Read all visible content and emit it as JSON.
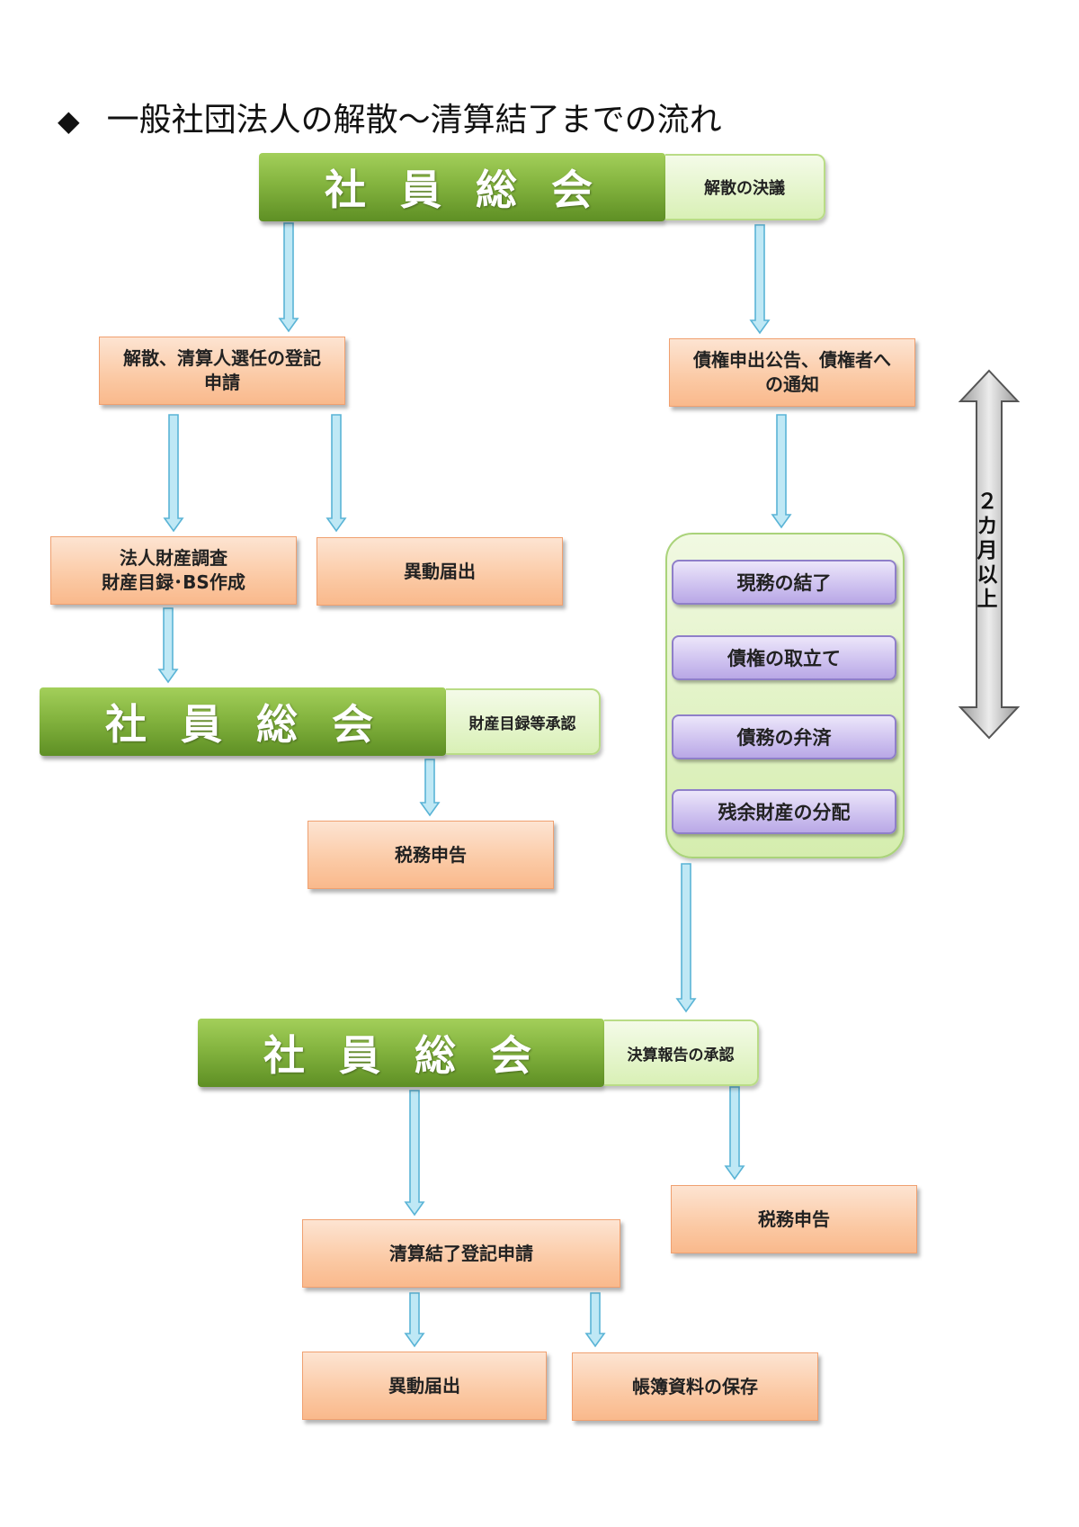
{
  "title": {
    "bullet": "◆",
    "text": "一般社団法人の解散～清算結了までの流れ"
  },
  "meetings": [
    {
      "label": "社員総会",
      "tag": "解散の決議"
    },
    {
      "label": "社員総会",
      "tag": "財産目録等承認"
    },
    {
      "label": "社員総会",
      "tag": "決算報告の承認"
    }
  ],
  "boxes": {
    "dissolution_registration": [
      "解散、清算人選任の登記",
      "申請"
    ],
    "creditor_notice": [
      "債権申出公告、債権者へ",
      "の通知"
    ],
    "property_survey": [
      "法人財産調査",
      "財産目録･BS作成"
    ],
    "change_notice_1": "異動届出",
    "tax_filing_1": "税務申告",
    "tax_filing_2": "税務申告",
    "liquidation_registration": "清算結了登記申請",
    "change_notice_2": "異動届出",
    "book_retention": "帳簿資料の保存"
  },
  "liquidation_tasks": [
    "現務の結了",
    "債権の取立て",
    "債務の弁済",
    "残余財産の分配"
  ],
  "period_label": [
    "２",
    "カ",
    "月",
    "以",
    "上"
  ],
  "colors": {
    "green_bar": "#84b43f",
    "orange_box": "#fbc9a4",
    "purple_box": "#cdc0ef",
    "arrow_fill": "#bfe8f5",
    "arrow_stroke": "#5ab4d6"
  }
}
